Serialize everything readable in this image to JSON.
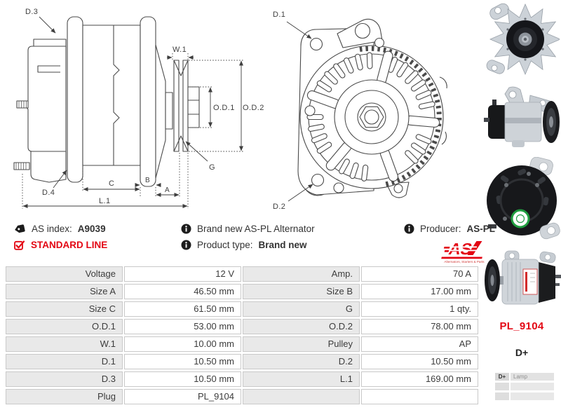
{
  "colors": {
    "accent": "#e30613",
    "label_bg": "#e9e9e9",
    "table_border": "#c9c9c9"
  },
  "side_view": {
    "d3": "D.3",
    "w1": "W.1",
    "od1": "O.D.1",
    "od2": "O.D.2",
    "g": "G",
    "d4": "D.4",
    "c": "C",
    "b": "B",
    "a": "A",
    "l1": "L.1"
  },
  "front_view": {
    "d1": "D.1",
    "d2": "D.2"
  },
  "info": {
    "as_index_label": "AS index:",
    "as_index_value": "A9039",
    "standard_line": "STANDARD LINE",
    "description": "Brand new AS-PL Alternator",
    "product_type_label": "Product type:",
    "product_type_value": "Brand new",
    "producer_label": "Producer:",
    "producer_value": "AS-PL"
  },
  "logo": {
    "text": "AS",
    "subtext": "Alternators, Starters & Parts"
  },
  "specs": {
    "rows": [
      {
        "l1": "Voltage",
        "v1": "12 V",
        "l2": "Amp.",
        "v2": "70 A"
      },
      {
        "l1": "Size A",
        "v1": "46.50 mm",
        "l2": "Size B",
        "v2": "17.00 mm"
      },
      {
        "l1": "Size C",
        "v1": "61.50 mm",
        "l2": "G",
        "v2": "1 qty."
      },
      {
        "l1": "O.D.1",
        "v1": "53.00 mm",
        "l2": "O.D.2",
        "v2": "78.00 mm"
      },
      {
        "l1": "W.1",
        "v1": "10.00 mm",
        "l2": "Pulley",
        "v2": "AP"
      },
      {
        "l1": "D.1",
        "v1": "10.50 mm",
        "l2": "D.2",
        "v2": "10.50 mm"
      },
      {
        "l1": "D.3",
        "v1": "10.50 mm",
        "l2": "L.1",
        "v2": "169.00 mm"
      },
      {
        "l1": "Plug",
        "v1": "PL_9104",
        "l2": "",
        "v2": ""
      }
    ]
  },
  "plug_code": "PL_9104",
  "terminal": {
    "title": "D+",
    "header_col1": "D+",
    "header_col2": "Lamp"
  }
}
